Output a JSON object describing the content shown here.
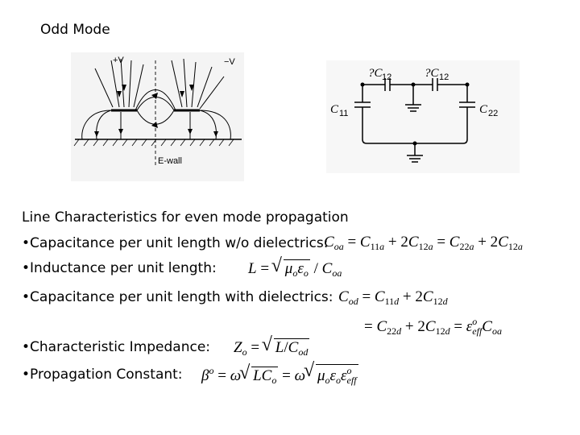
{
  "title": "Odd Mode",
  "figure": {
    "plus_v": "+V",
    "minus_v": "−V",
    "wall_label": "E-wall"
  },
  "circuit": {
    "c12_left": "?C",
    "c12_left_sub": "12",
    "c12_right": "?C",
    "c12_right_sub": "12",
    "c11": "C",
    "c11_sub": "11",
    "c22": "C",
    "c22_sub": "22"
  },
  "section_heading": "Line Characteristics for even mode propagation",
  "bullets": [
    "•Capacitance per unit length w/o dielectrics:",
    "•Inductance per unit length:",
    "•Capacitance per unit length with dielectrics:",
    "•Characteristic Impedance:",
    "•Propagation Constant:"
  ],
  "equations": {
    "coa": "C_oa = C_11a + 2C_12a = C_22a + 2C_12a",
    "inductance": "L = √(μ_o ε_o) / C_oa",
    "cod_1": "C_od = C_11d + 2C_12d",
    "cod_2": "= C_22d + 2C_12d = ε_eff^o C_oa",
    "zo": "Z_o = √(L / C_od)",
    "beta": "β^o = ω√(LC_o) = ω√(μ_o ε_o ε_eff^o)"
  }
}
